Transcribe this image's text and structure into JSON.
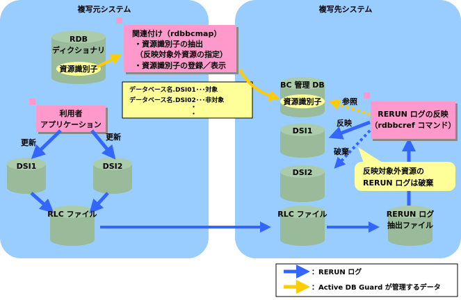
{
  "source_system": {
    "title": "複写元システム",
    "rdb": {
      "line1": "RDB",
      "line2": "ディクショナリ",
      "resource_id": "資源識別子"
    },
    "rdbbcmap_box": {
      "lines": [
        "関連付け（rdbbcmap）",
        "・資源識別子の抽出",
        "（反映対象外資源の指定）",
        "・資源識別子の登録／表示"
      ]
    },
    "note_box": {
      "lines": [
        "データベース名.DSI01･･･対象",
        "データベース名.DSI02･･･非対象",
        "・",
        "・"
      ]
    },
    "user_app": {
      "line1": "利用者",
      "line2": "アプリケーション"
    },
    "update_left": "更新",
    "update_right": "更新",
    "dsi1": "DSI1",
    "dsi2": "DSI2",
    "rlc_file": "RLC ファイル"
  },
  "target_system": {
    "title": "複写先システム",
    "bc_db": {
      "label": "BC 管理 DB",
      "resource_id": "資源識別子"
    },
    "reference": "参照",
    "reflect": "反映",
    "discard": "破棄",
    "dsi1": "DSI1",
    "dsi2": "DSI2",
    "rlc_file": "RLC ファイル",
    "rerun_file": {
      "line1": "RERUN ログ",
      "line2": "抽出ファイル"
    },
    "rdbbcref_box": {
      "line1": "RERUN ログの反映",
      "line2": "（rdbbcref コマンド）"
    },
    "callout": {
      "line1": "反映対象外資源の",
      "line2": "RERUN ログは破棄"
    }
  },
  "legend": [
    {
      "label": "：RERUN ログ",
      "color": "#3366ff"
    },
    {
      "label": "：Active DB Guard が管理するデータ",
      "color": "#ffcc00"
    }
  ],
  "colors": {
    "panel": "#99ccff",
    "cylinder": "#99bb99",
    "pink": "#ff99cc",
    "yellow": "#ffff99",
    "blue_arrow": "#3366ff",
    "yellow_arrow": "#ffcc00"
  }
}
